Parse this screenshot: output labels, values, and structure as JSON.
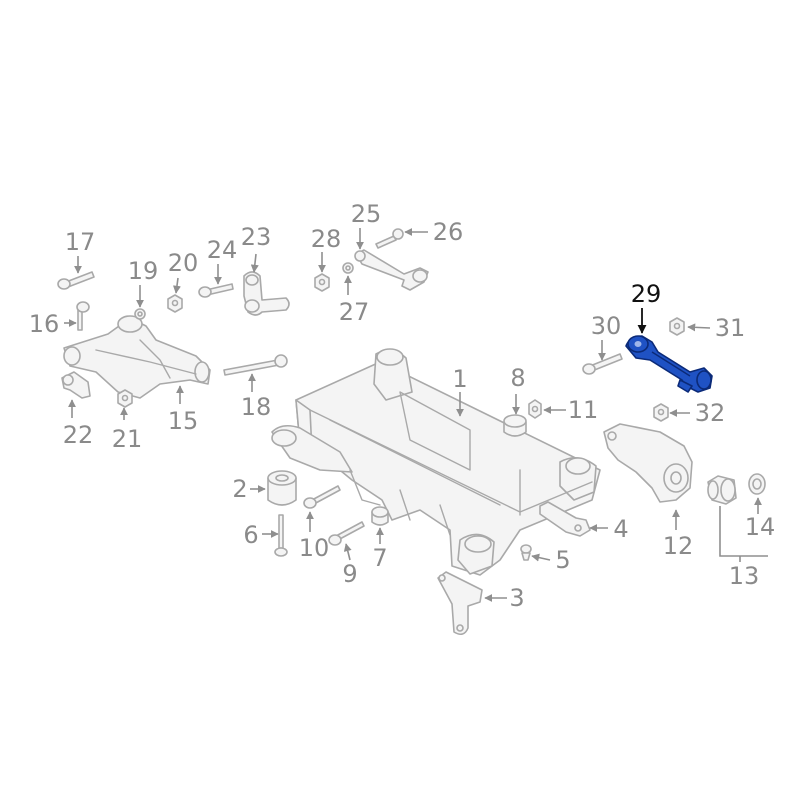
{
  "colors": {
    "part_fill": "#f4f4f4",
    "part_stroke": "#a9a9a9",
    "label_gray": "#8a8a8a",
    "highlight_fill": "#1f52c4",
    "highlight_stroke": "#0b2a78",
    "highlight_label": "#111111"
  },
  "highlighted_callout": "29",
  "callouts": {
    "c1": "1",
    "c2": "2",
    "c3": "3",
    "c4": "4",
    "c5": "5",
    "c6": "6",
    "c7": "7",
    "c8": "8",
    "c9": "9",
    "c10": "10",
    "c11": "11",
    "c12": "12",
    "c13": "13",
    "c14": "14",
    "c15": "15",
    "c16": "16",
    "c17": "17",
    "c18": "18",
    "c19": "19",
    "c20": "20",
    "c21": "21",
    "c22": "22",
    "c23": "23",
    "c24": "24",
    "c25": "25",
    "c26": "26",
    "c27": "27",
    "c28": "28",
    "c29": "29",
    "c30": "30",
    "c31": "31",
    "c32": "32"
  }
}
